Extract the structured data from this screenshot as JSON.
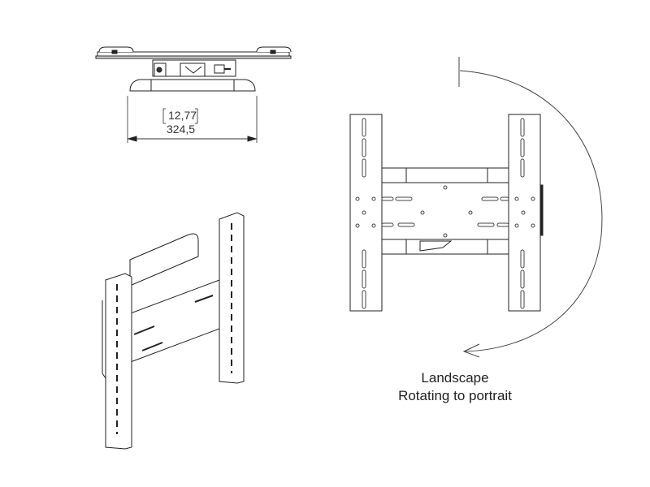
{
  "dimension": {
    "inches": "12,77",
    "millimeters": "324,5"
  },
  "caption": {
    "line1": "Landscape",
    "line2": "Rotating to portrait"
  },
  "colors": {
    "line": "#222222",
    "background": "#ffffff"
  }
}
